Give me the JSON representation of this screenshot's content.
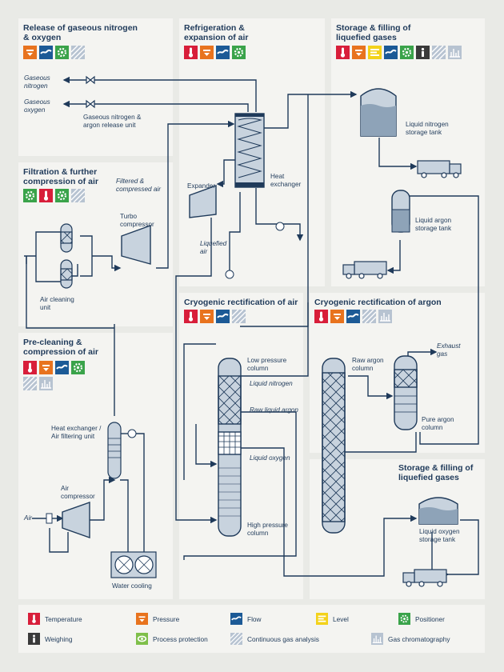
{
  "panels": {
    "release": "Release of gaseous nitrogen & oxygen",
    "refrigeration": "Refrigeration & expansion of air",
    "storage_top": "Storage & filling of liquefied gases",
    "filtration": "Filtration & further compression of air",
    "precleaning": "Pre-cleaning & compression of air",
    "cryo_air": "Cryogenic rectification of air",
    "cryo_argon": "Cryogenic rectification of argon",
    "storage_bottom": "Storage & filling of liquefied gases"
  },
  "labels": {
    "gaseous_nitrogen": "Gaseous nitrogen",
    "gaseous_oxygen": "Gaseous oxygen",
    "release_unit": "Gaseous nitrogen & argon release unit",
    "heat_exchanger": "Heat exchanger",
    "expander": "Expander",
    "liquefied_air": "Liquefied air",
    "filtered_air": "Filtered & compressed air",
    "turbo_compressor": "Turbo compressor",
    "air_cleaning_unit": "Air cleaning unit",
    "liquid_nitrogen_tank": "Liquid nitrogen storage tank",
    "liquid_argon_tank": "Liquid argon storage tank",
    "low_pressure_column": "Low pressure column",
    "liquid_nitrogen": "Liquid nitrogen",
    "raw_liquid_argon": "Raw liquid argon",
    "liquid_oxygen": "Liquid oxygen",
    "high_pressure_column": "High pressure column",
    "raw_argon_column": "Raw argon column",
    "exhaust_gas": "Exhaust gas",
    "pure_argon_column": "Pure argon column",
    "liquid_oxygen_tank": "Liquid oxygen storage tank",
    "hx_air_filter": "Heat exchanger / Air filtering unit",
    "air_compressor": "Air compressor",
    "air": "Air",
    "water_cooling": "Water cooling"
  },
  "legend": {
    "temperature": "Temperature",
    "pressure": "Pressure",
    "flow": "Flow",
    "level": "Level",
    "positioner": "Positioner",
    "weighing": "Weighing",
    "process_protection": "Process protection",
    "continuous_gas_analysis": "Continuous gas analysis",
    "gas_chromatography": "Gas chromatography"
  },
  "colors": {
    "temperature": "#d81e3a",
    "pressure": "#e8731e",
    "flow": "#1c5a96",
    "level": "#f3d21a",
    "positioner": "#3aa34a",
    "weighing": "#3a3a3a",
    "process_protection": "#7fbf4a",
    "gas_analysis": "#a9b7c8",
    "gas_chromatography": "#a9b7c8",
    "pipe": "#1f3a5a",
    "vessel": "#8ea3b8"
  }
}
